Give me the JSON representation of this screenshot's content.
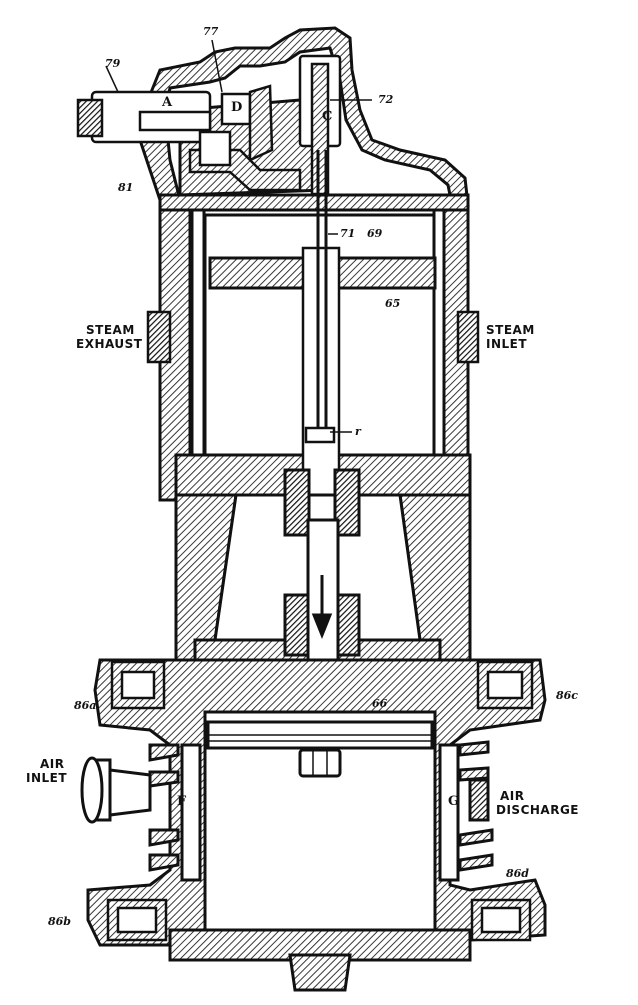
{
  "labels": {
    "steam_exhaust_1": "STEAM",
    "steam_exhaust_2": "EXHAUST",
    "steam_inlet_1": "STEAM",
    "steam_inlet_2": "INLET",
    "air_inlet_1": "AIR",
    "air_inlet_2": "INLET",
    "air_discharge_1": "AIR",
    "air_discharge_2": "DISCHARGE",
    "n79": "79",
    "n77": "77",
    "n72": "72",
    "n81": "81",
    "n71": "71",
    "n69": "69",
    "n65": "65",
    "n66": "66",
    "n86a": "86a",
    "n86b": "86b",
    "n86c": "86c",
    "n86d": "86d",
    "A": "A",
    "D": "D",
    "C": "C",
    "F": "F",
    "G": "G",
    "r": "r"
  },
  "colors": {
    "ink": "#111111",
    "paper": "#ffffff",
    "hatch": "#222222"
  }
}
